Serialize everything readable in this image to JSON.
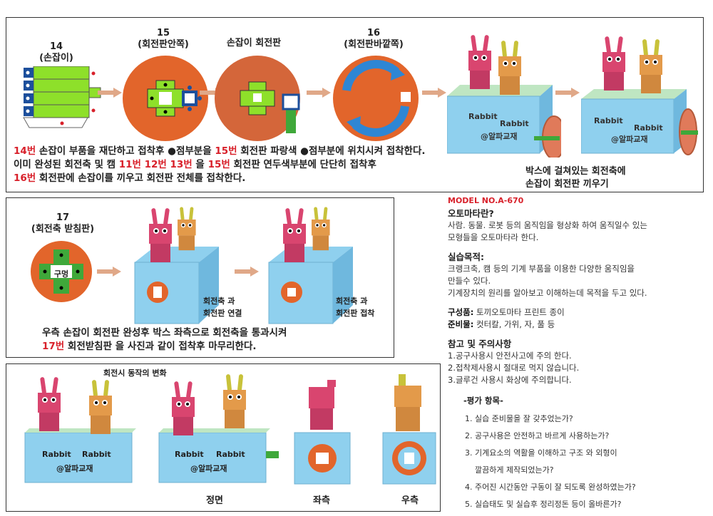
{
  "panel1": {
    "step14": {
      "num": "14",
      "name": "(손잡이)"
    },
    "step15": {
      "num": "15",
      "name": "(회전판안쪽)"
    },
    "step15b": {
      "name": "손잡이 회전판"
    },
    "step16": {
      "num": "16",
      "name": "(회전판바깥쪽)"
    },
    "box_text1": "Rabbit",
    "box_text2": "Rabbit",
    "box_text3": "@알파교재",
    "line1": {
      "a": "14번",
      "b": " 손잡이 부품을 재단하고 접착후 ●점부분을 ",
      "c": "15번",
      "d": " 회전판 파랑색 ●점부분에 위치시켜 접착한다."
    },
    "line2": {
      "a": "이미 완성된 회전축 및 캠 ",
      "b": "11번 12번 13번",
      "c": " 을 ",
      "d": "15번",
      "e": " 회전판 연두색부분에 단단히 접착후"
    },
    "line3": {
      "a": "16번",
      "b": " 회전판에 손잡이를 끼우고 회전판 전체를 접착한다."
    },
    "caption1": "박스에 걸쳐있는 회전축에",
    "caption2": "손잡이 회전판 끼우기"
  },
  "panel2": {
    "step17": {
      "num": "17",
      "name": "(회전축 받침판)"
    },
    "center_label": "구멍",
    "cap_a1": "회전축 과",
    "cap_a2": "회전판 연결",
    "cap_b1": "회전축 과",
    "cap_b2": "회전판 접착",
    "line1": "우측 손잡이 회전판 완성후 박스 좌측으로 회전축을 통과시켜",
    "line2": {
      "a": "17번",
      "b": " 회전받침판 을 사진과 같이 접착후 마무리한다."
    }
  },
  "panel3": {
    "title": "회전시 동작의 변화",
    "box_text1": "Rabbit",
    "box_text2": "Rabbit",
    "box_text3": "@알파교재",
    "label_front": "정면",
    "label_left": "좌측",
    "label_right": "우측"
  },
  "info": {
    "model": "MODEL NO.A-670",
    "q1_title": "오토마타란?",
    "q1_l1": "사람. 동물. 로봇 등의 움직임을 형상화 하여 움직일수 있는",
    "q1_l2": "모형들을 오토마타라 한다.",
    "q2_title": "실습목적:",
    "q2_l1": "크랭크축, 캠 등의 기계 부품을 이용한 다양한 움직임을",
    "q2_l2": "만들수 있다.",
    "q2_l3": "기계장치의 원리를 알아보고 이해하는데 목적을 두고 있다.",
    "comp_label": "구성품:",
    "comp_value": " 토끼오토마타 프린트 종이",
    "prep_label": "준비물:",
    "prep_value": " 컷터칼, 가위, 자, 풀 등",
    "note_title": "참고 및 주의사항",
    "note1": "1.공구사용시 안전사고에 주의 한다.",
    "note2": "2.접착제사용시 절대로 먹지 않습니다.",
    "note3": "3.글루건 사용시 화상에 주의합니다."
  },
  "eval": {
    "title": "-평가 항목-",
    "items": [
      "1. 실습 준비물을 잘 갖추었는가?",
      "2. 공구사용은 안전하고 바르게 사용하는가?",
      "3. 기계요소의 역활을 이해하고 구조 와 외형이",
      "깔끔하게 제작되었는가?",
      "4. 주어진 시간동안 구동이 잘 되도록 완성하였는가?",
      "5. 실습태도 및 실습후 정리정돈 등이 올바른가?"
    ]
  },
  "colors": {
    "orange": "#e2652b",
    "green": "#8ee02a",
    "blue_dot": "#1c4f9c",
    "box_blue": "#8fd0ee",
    "pink": "#d9456f",
    "tan": "#e39a4a",
    "red_text": "#d8202a",
    "arrow": "#e0a888"
  },
  "icons": [
    "arrow-right-icon",
    "rabbit-figure-icon",
    "box-model-icon",
    "rotating-disc-icon"
  ]
}
